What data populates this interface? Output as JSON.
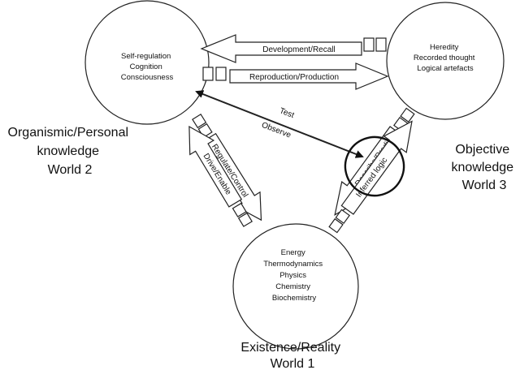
{
  "worlds": {
    "world2": {
      "circle_lines": [
        "Self-regulation",
        "Cognition",
        "Consciousness"
      ],
      "title_lines": [
        "Organismic/Personal",
        "knowledge",
        "World 2"
      ]
    },
    "world3": {
      "circle_lines": [
        "Heredity",
        "Recorded thought",
        "Logical  artefacts"
      ],
      "title_lines": [
        "Objective",
        "knowledge",
        "World 3"
      ]
    },
    "world1": {
      "circle_lines": [
        "Energy",
        "Thermodynamics",
        "Physics",
        "Chemistry",
        "Biochemistry"
      ],
      "title_lines": [
        "Existence/Reality",
        "World 1"
      ]
    }
  },
  "arrows": {
    "development_recall": "Development/Recall",
    "reproduction_production": "Reproduction/Production",
    "regulate_control": "Regulate/Control",
    "drive_enable": "Drive/Enable",
    "describe_predict": "Describe/Predict",
    "inferred_logic": "Inferred logic"
  },
  "center_link": {
    "test": "Test",
    "observe": "Observe"
  }
}
